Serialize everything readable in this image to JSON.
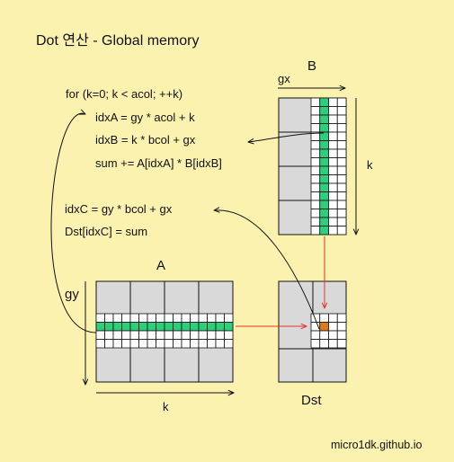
{
  "title": "Dot 연산 - Global memory",
  "code": {
    "loop": "for (k=0; k < acol; ++k)",
    "idxA": "idxA = gy * acol + k",
    "idxB": "idxB = k * bcol + gx",
    "sum": "sum += A[idxA] * B[idxB]",
    "idxC": "idxC = gy * bcol + gx",
    "dst": "Dst[idxC] = sum"
  },
  "labels": {
    "B": "B",
    "gx": "gx",
    "k_B": "k",
    "A": "A",
    "gy": "gy",
    "k_A": "k",
    "Dst": "Dst"
  },
  "footer": "micro1dk.github.io",
  "colors": {
    "background": "#fcf2b0",
    "block": "#d9d9d9",
    "highlight": "#2ecf7c",
    "result": "#e07b1a",
    "arrow_red": "#e8332a"
  }
}
